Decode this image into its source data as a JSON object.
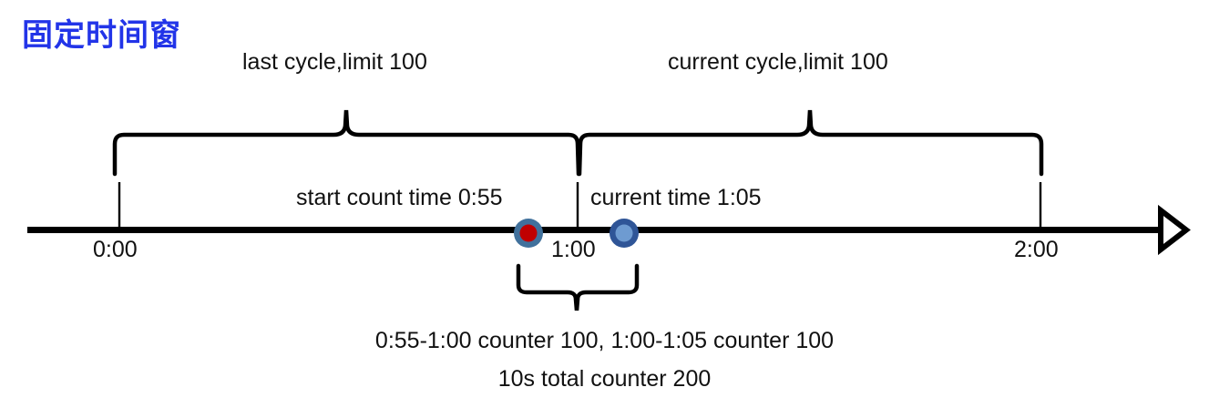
{
  "title": {
    "text": "固定时间窗",
    "color": "#2234e8"
  },
  "braces": {
    "last_cycle_label": "last cycle,limit 100",
    "current_cycle_label": "current cycle,limit 100"
  },
  "markers": {
    "start_count_label": "start count time 0:55",
    "current_time_label": "current time 1:05",
    "start_count_color_ring": "#41719c",
    "start_count_color_fill": "#c00000",
    "current_time_color_ring": "#2f5597",
    "current_time_color_fill": "#6e9bd1"
  },
  "axis": {
    "color": "#000000",
    "ticks": [
      {
        "label": "0:00",
        "time": "0:00"
      },
      {
        "label": "1:00",
        "time": "1:00"
      },
      {
        "label": "2:00",
        "time": "2:00"
      }
    ],
    "arrow": "arrow-right-outline"
  },
  "captions": {
    "line1": "0:55-1:00 counter 100, 1:00-1:05 counter 100",
    "line2": "10s total counter 200"
  },
  "chart_data": {
    "type": "diagram",
    "title": "固定时间窗",
    "description": "Fixed time window rate limiting timeline",
    "axis_range": [
      "0:00",
      "2:00"
    ],
    "windows": [
      {
        "name": "last cycle",
        "limit": 100,
        "start": "0:00",
        "end": "1:00"
      },
      {
        "name": "current cycle",
        "limit": 100,
        "start": "1:00",
        "end": "2:00"
      }
    ],
    "events": [
      {
        "name": "start count time",
        "time": "0:55",
        "counter": 100
      },
      {
        "name": "current time",
        "time": "1:05",
        "counter": 100
      }
    ],
    "totals": {
      "span_seconds": 10,
      "total_counter": 200
    }
  }
}
